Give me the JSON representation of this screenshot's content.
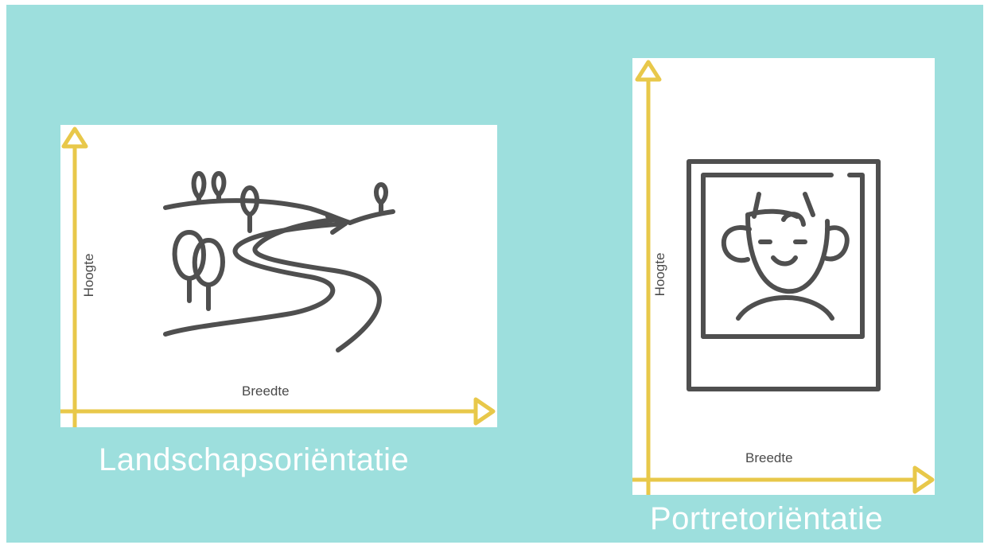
{
  "landscape": {
    "caption": "Landschapsoriëntatie",
    "height_label": "Hoogte",
    "width_label": "Breedte",
    "illustration_icon": "landscape-road-trees-icon"
  },
  "portrait": {
    "caption": "Portretoriëntatie",
    "height_label": "Hoogte",
    "width_label": "Breedte",
    "illustration_icon": "portrait-photo-face-icon"
  },
  "colors": {
    "background": "#9DDFDD",
    "arrow": "#E8C84A",
    "line_art": "#4F4F4F",
    "caption": "#FFFFFF"
  }
}
